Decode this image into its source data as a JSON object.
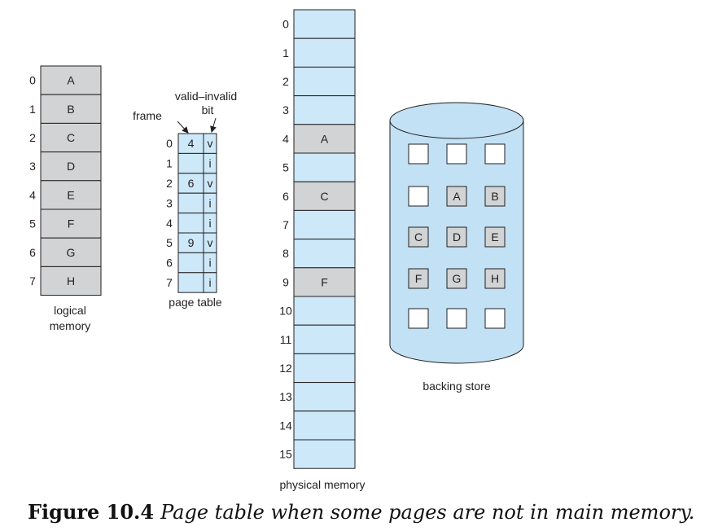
{
  "logical_memory": {
    "pages": [
      {
        "index": "0",
        "label": "A"
      },
      {
        "index": "1",
        "label": "B"
      },
      {
        "index": "2",
        "label": "C"
      },
      {
        "index": "3",
        "label": "D"
      },
      {
        "index": "4",
        "label": "E"
      },
      {
        "index": "5",
        "label": "F"
      },
      {
        "index": "6",
        "label": "G"
      },
      {
        "index": "7",
        "label": "H"
      }
    ],
    "label_line1": "logical",
    "label_line2": "memory"
  },
  "page_table": {
    "frame_header": "frame",
    "valid_header_line1": "valid–invalid",
    "valid_header_line2": "bit",
    "rows": [
      {
        "index": "0",
        "frame": "4",
        "bit": "v"
      },
      {
        "index": "1",
        "frame": "",
        "bit": "i"
      },
      {
        "index": "2",
        "frame": "6",
        "bit": "v"
      },
      {
        "index": "3",
        "frame": "",
        "bit": "i"
      },
      {
        "index": "4",
        "frame": "",
        "bit": "i"
      },
      {
        "index": "5",
        "frame": "9",
        "bit": "v"
      },
      {
        "index": "6",
        "frame": "",
        "bit": "i"
      },
      {
        "index": "7",
        "frame": "",
        "bit": "i"
      }
    ],
    "label": "page table"
  },
  "physical_memory": {
    "frames": [
      {
        "index": "0",
        "content": ""
      },
      {
        "index": "1",
        "content": ""
      },
      {
        "index": "2",
        "content": ""
      },
      {
        "index": "3",
        "content": ""
      },
      {
        "index": "4",
        "content": "A"
      },
      {
        "index": "5",
        "content": ""
      },
      {
        "index": "6",
        "content": "C"
      },
      {
        "index": "7",
        "content": ""
      },
      {
        "index": "8",
        "content": ""
      },
      {
        "index": "9",
        "content": "F"
      },
      {
        "index": "10",
        "content": ""
      },
      {
        "index": "11",
        "content": ""
      },
      {
        "index": "12",
        "content": ""
      },
      {
        "index": "13",
        "content": ""
      },
      {
        "index": "14",
        "content": ""
      },
      {
        "index": "15",
        "content": ""
      }
    ],
    "label": "physical memory"
  },
  "backing_store": {
    "grid": [
      [
        "",
        "",
        ""
      ],
      [
        "",
        "A",
        "B"
      ],
      [
        "C",
        "D",
        "E"
      ],
      [
        "F",
        "G",
        "H"
      ],
      [
        "",
        "",
        ""
      ]
    ],
    "label": "backing store"
  },
  "caption": {
    "number": "Figure 10.4",
    "text": "Page table when some pages are not in main memory."
  },
  "colors": {
    "memory_cell_gray": "#d1d3d4",
    "table_blue": "#cce8f9",
    "cylinder_blue": "#c2e1f5",
    "outline": "#231f20"
  }
}
